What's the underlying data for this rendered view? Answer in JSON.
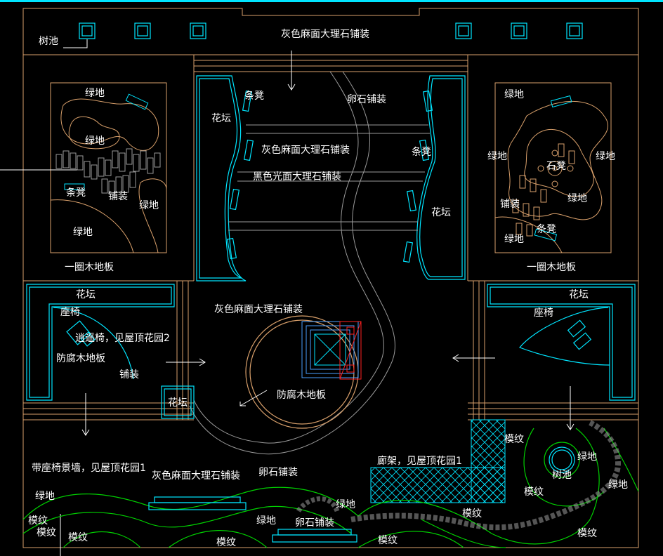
{
  "colors": {
    "background": "#000000",
    "boundary": "#d9a06b",
    "cyan": "#00e5ff",
    "green": "#00d000",
    "gray": "#9a9a9a",
    "blue": "#4aa0ff",
    "red": "#ff2020",
    "white": "#ffffff"
  },
  "labels": {
    "tree_pool_top": "树池",
    "grey_marble_top": "灰色麻面大理石铺装",
    "lawn_tl1": "绿地",
    "lawn_tl2": "绿地",
    "bench_tl": "条凳",
    "paving_tl": "铺装",
    "lawn_tl3": "绿地",
    "lawn_tl4": "绿地",
    "wood_ring_left": "一圈木地板",
    "flower_bed_center_left": "花坛",
    "bench_center_top": "条凳",
    "pebble_paving_top": "卵石铺装",
    "grey_marble_mid": "灰色麻面大理石铺装",
    "black_marble": "黑色光面大理石铺装",
    "bench_center_right": "条凳",
    "flower_bed_center_right": "花坛",
    "lawn_tr1": "绿地",
    "lawn_tr2": "绿地",
    "stone_stool": "石凳",
    "lawn_tr3": "绿地",
    "lawn_tr4": "绿地",
    "paving_tr": "铺装",
    "bench_tr": "条凳",
    "lawn_tr5": "绿地",
    "wood_ring_right": "一圈木地板",
    "flower_bed_left": "花坛",
    "seat_left": "座椅",
    "rocking_chair": "逍遥椅，见屋顶花园2",
    "wood_deck_left": "防腐木地板",
    "paving_left": "铺装",
    "flower_bed_small": "花坛",
    "grey_marble_center": "灰色麻面大理石铺装",
    "wood_deck_circle": "防腐木地板",
    "flower_bed_right": "花坛",
    "seat_right": "座椅",
    "bench_wall": "带座椅景墙，见屋顶花园1",
    "grey_marble_bottom": "灰色麻面大理石铺装",
    "pebble_paving_mid": "卵石铺装",
    "pergola": "廊架，见屋顶花园1",
    "pattern_1": "模纹",
    "lawn_b1": "绿地",
    "tree_pool_bottom": "树池",
    "lawn_b2": "绿地",
    "pattern_2": "模纹",
    "lawn_bl": "绿地",
    "pattern_bl1": "模纹",
    "pattern_bl2": "模纹",
    "pattern_bl3": "模纹",
    "lawn_bm": "绿地",
    "lawn_bm2": "绿地",
    "pebble_paving_bottom": "卵石铺装",
    "pattern_bm": "模纹",
    "pattern_bm2": "模纹",
    "pattern_br1": "模纹",
    "pattern_br2": "模纹"
  }
}
